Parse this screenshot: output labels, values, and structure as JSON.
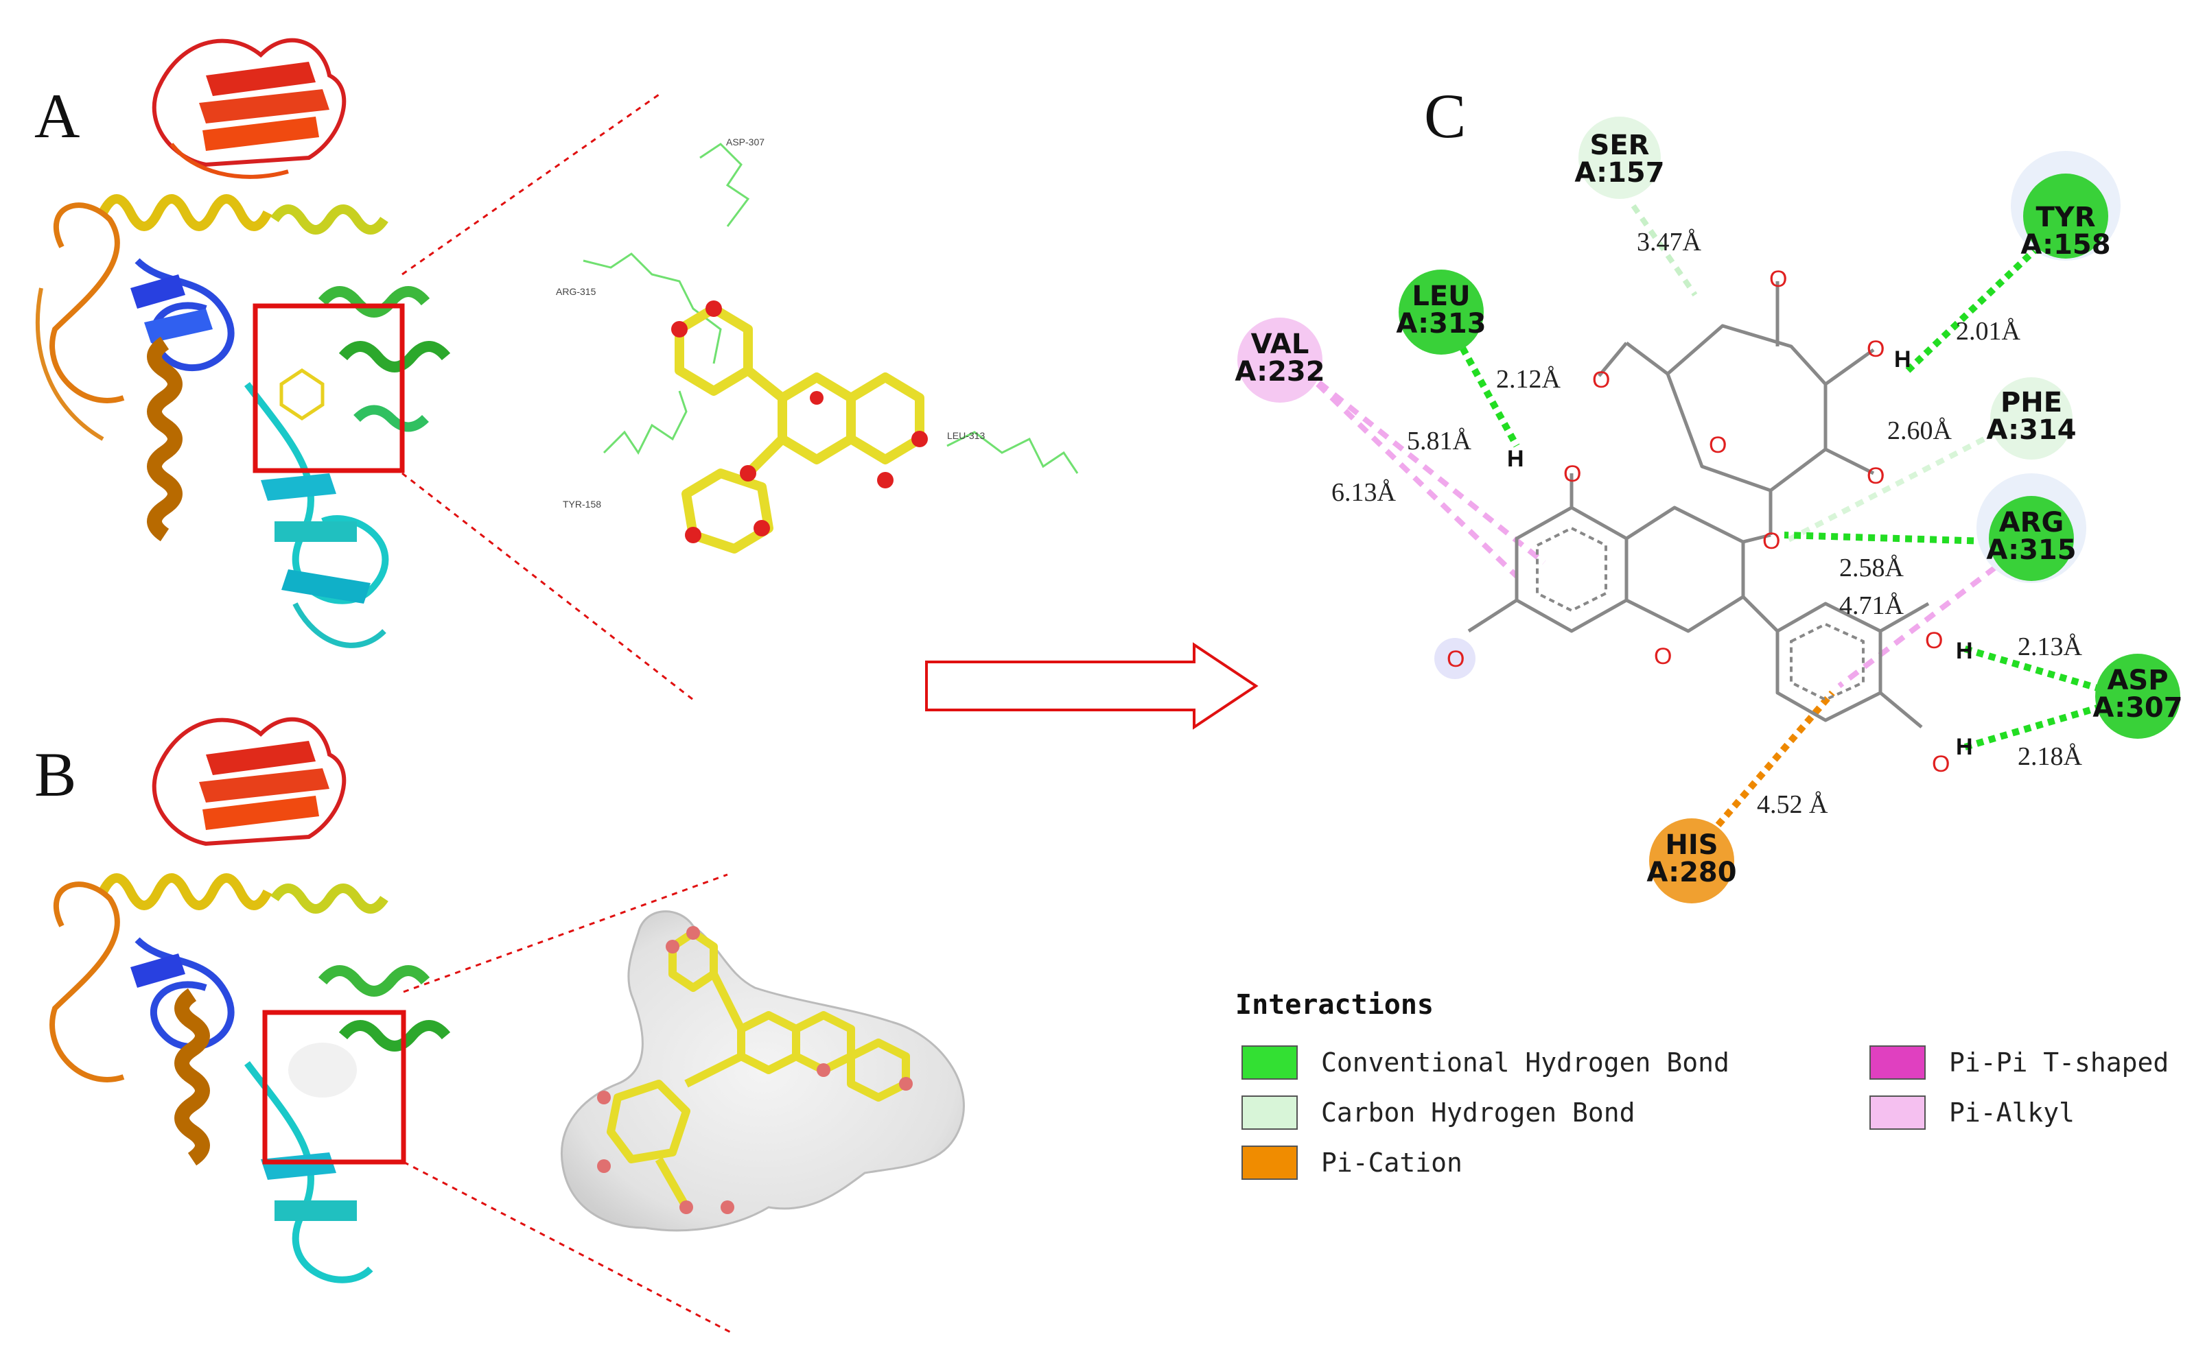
{
  "panels": {
    "a": "A",
    "b": "B",
    "c": "C"
  },
  "panelA": {
    "residue_labels": [
      "ASP-307",
      "ARG-315",
      "LEU-313",
      "TYR-158"
    ]
  },
  "residues": [
    {
      "name": "SER",
      "num": "A:157",
      "color": "#d8f5d8"
    },
    {
      "name": "TYR",
      "num": "A:158",
      "color": "#39d139"
    },
    {
      "name": "LEU",
      "num": "A:313",
      "color": "#39d139"
    },
    {
      "name": "VAL",
      "num": "A:232",
      "color": "#f5c8f2"
    },
    {
      "name": "PHE",
      "num": "A:314",
      "color": "#d8f5d8"
    },
    {
      "name": "ARG",
      "num": "A:315",
      "color": "#39d139"
    },
    {
      "name": "ASP",
      "num": "A:307",
      "color": "#39d139"
    },
    {
      "name": "HIS",
      "num": "A:280",
      "color": "#f0a030"
    }
  ],
  "distances": [
    "3.47Å",
    "2.01Å",
    "2.12Å",
    "5.81Å",
    "6.13Å",
    "2.60Å",
    "2.58Å",
    "4.71Å",
    "2.13Å",
    "2.18Å",
    "4.52 Å"
  ],
  "atoms": {
    "oxygen": "O",
    "hydrogen": "H"
  },
  "legend": {
    "title": "Interactions",
    "items": [
      {
        "label": "Conventional Hydrogen Bond",
        "color": "#33e033"
      },
      {
        "label": "Carbon Hydrogen Bond",
        "color": "#d8f5d8"
      },
      {
        "label": "Pi-Cation",
        "color": "#f08c00"
      },
      {
        "label": "Pi-Pi T-shaped",
        "color": "#e040c0"
      },
      {
        "label": "Pi-Alkyl",
        "color": "#f5c0f0"
      }
    ]
  },
  "colors": {
    "conventional_hbond": "#22dd22",
    "carbon_hbond": "#c8f0c8",
    "pi_cation": "#ee8800",
    "pi_alkyl": "#f0a8ec",
    "oxygen": "#e02020",
    "zoom_box": "#e01010",
    "arrow": "#e01010"
  }
}
